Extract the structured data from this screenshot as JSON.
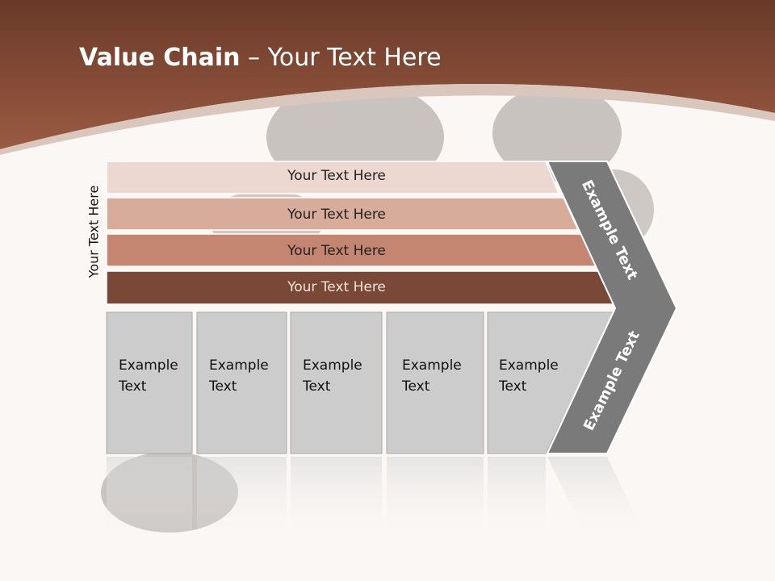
{
  "title": {
    "bold": "Value Chain",
    "rest": " – Your Text Here"
  },
  "side_label": "Your Text Here",
  "bands": [
    {
      "label": "Your Text Here",
      "color": "#ecd8d0",
      "text_color": "#222222"
    },
    {
      "label": "Your Text Here",
      "color": "#d8ac9a",
      "text_color": "#222222"
    },
    {
      "label": "Your Text Here",
      "color": "#c48670",
      "text_color": "#222222"
    },
    {
      "label": "Your Text Here",
      "color": "#7a4836",
      "text_color": "#f0e2da"
    }
  ],
  "boxes": [
    {
      "line1": "Example",
      "line2": "Text"
    },
    {
      "line1": "Example",
      "line2": "Text"
    },
    {
      "line1": "Example",
      "line2": "Text"
    },
    {
      "line1": "Example",
      "line2": "Text"
    },
    {
      "line1": "Example",
      "line2": "Text"
    }
  ],
  "chevron": {
    "upper_label": "Example Text",
    "lower_label": "Example Text",
    "color": "#7a7a7a"
  },
  "colors": {
    "header": "#8a4e38",
    "background": "#fbf7f4",
    "box": "#cccccc"
  }
}
